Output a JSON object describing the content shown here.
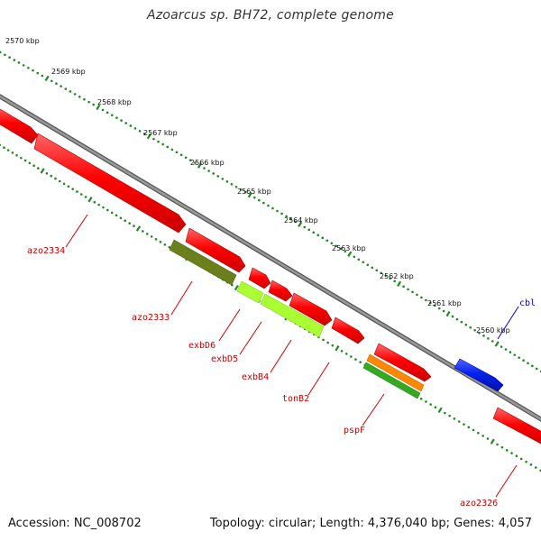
{
  "title": "Azoarcus sp. BH72, complete genome",
  "footer": {
    "accession": "Accession: NC_008702",
    "summary": "Topology: circular; Length: 4,376,040 bp; Genes: 4,057"
  },
  "ruler": {
    "tick_labels": [
      "2570 kbp",
      "2569 kbp",
      "2568 kbp",
      "2567 kbp",
      "2566 kbp",
      "2565 kbp",
      "2564 kbp",
      "2563 kbp",
      "2562 kbp",
      "2561 kbp",
      "2560 kbp"
    ]
  },
  "genes": [
    {
      "label": "azo2334",
      "color": "#ff0000"
    },
    {
      "label": "azo2333",
      "color": "#ff0000"
    },
    {
      "label": "exbD6",
      "color": "#ff0000"
    },
    {
      "label": "exbD5",
      "color": "#ff0000"
    },
    {
      "label": "exbB4",
      "color": "#ff0000"
    },
    {
      "label": "tonB2",
      "color": "#ff0000"
    },
    {
      "label": "pspF",
      "color": "#ff0000"
    },
    {
      "label": "azo2326",
      "color": "#ff0000"
    },
    {
      "label": "cbl",
      "color": "#0000ff"
    }
  ],
  "colors": {
    "backbone": "#888888",
    "forward_gene": "#ff0000",
    "reverse_gene_blue": "#0022ee",
    "feature_olive": "#6b7f1c",
    "feature_lime": "#aaff33",
    "feature_orange": "#ff8800",
    "feature_green": "#33aa22",
    "ruler_ticks": "#228822"
  }
}
